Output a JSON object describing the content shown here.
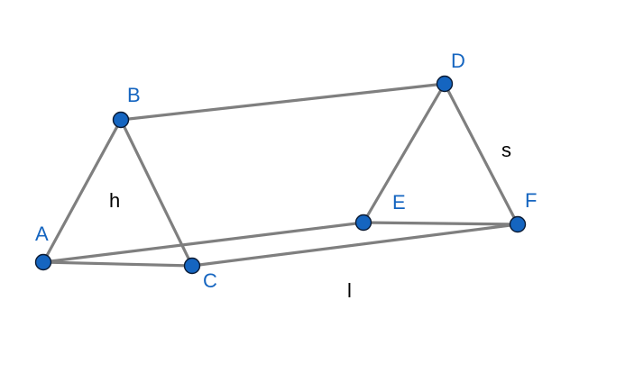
{
  "points": [
    {
      "id": "A",
      "label": "A"
    },
    {
      "id": "B",
      "label": "B"
    },
    {
      "id": "C",
      "label": "C"
    },
    {
      "id": "D",
      "label": "D"
    },
    {
      "id": "E",
      "label": "E"
    },
    {
      "id": "F",
      "label": "F"
    }
  ],
  "edges": [
    [
      "A",
      "B"
    ],
    [
      "B",
      "C"
    ],
    [
      "A",
      "C"
    ],
    [
      "D",
      "E"
    ],
    [
      "D",
      "F"
    ],
    [
      "E",
      "F"
    ],
    [
      "B",
      "D"
    ],
    [
      "A",
      "E"
    ],
    [
      "C",
      "F"
    ]
  ],
  "dimension_labels": {
    "h": "h",
    "s": "s",
    "l": "l"
  },
  "colors": {
    "edge": "#7f7f7f",
    "point_fill": "#1565c0",
    "point_label": "#1565c0",
    "dimension_label": "#000000"
  }
}
